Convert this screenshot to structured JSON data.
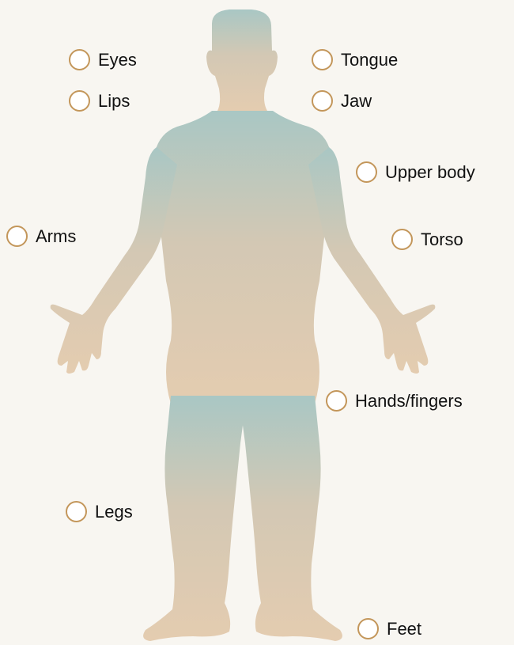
{
  "diagram": {
    "figure_icon": "human-body-silhouette",
    "colors": {
      "background": "#f8f6f1",
      "figure_top": "#a9c7c4",
      "figure_bottom": "#e4ccb0",
      "radio_border": "#c3965a"
    },
    "options": [
      {
        "id": "eyes",
        "label": "Eyes"
      },
      {
        "id": "lips",
        "label": "Lips"
      },
      {
        "id": "tongue",
        "label": "Tongue"
      },
      {
        "id": "jaw",
        "label": "Jaw"
      },
      {
        "id": "upper-body",
        "label": "Upper body"
      },
      {
        "id": "arms",
        "label": "Arms"
      },
      {
        "id": "torso",
        "label": "Torso"
      },
      {
        "id": "hands-fingers",
        "label": "Hands/fingers"
      },
      {
        "id": "legs",
        "label": "Legs"
      },
      {
        "id": "feet",
        "label": "Feet"
      }
    ]
  }
}
